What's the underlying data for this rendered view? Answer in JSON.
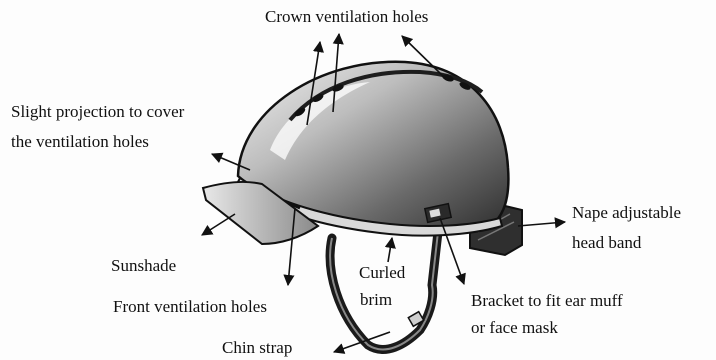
{
  "colors": {
    "ink": "#111111",
    "paper": "#fdfdfd",
    "shell_light": "#e6e6e6",
    "shell_dark": "#3a3a3a"
  },
  "labels": {
    "crown": "Crown ventilation holes",
    "projection_line1": "Slight projection to cover",
    "projection_line2": "the ventilation holes",
    "sunshade": "Sunshade",
    "front_vent": "Front ventilation holes",
    "chin_strap": "Chin strap",
    "curled_line1": "Curled",
    "curled_line2": "brim",
    "nape_line1": "Nape adjustable",
    "nape_line2": "head band",
    "bracket_line1": "Bracket to fit ear muff",
    "bracket_line2": "or face mask"
  }
}
